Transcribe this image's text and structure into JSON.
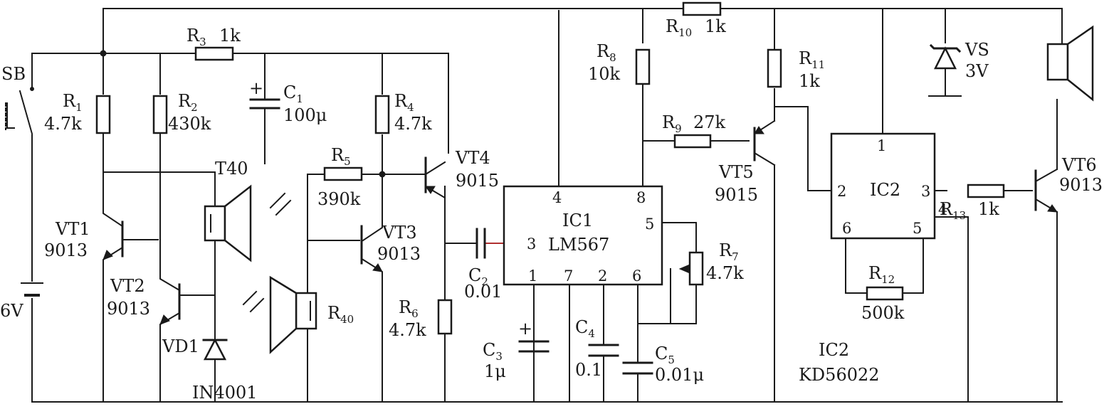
{
  "switch": {
    "name": "SB"
  },
  "battery": {
    "value": "6V"
  },
  "resistors": {
    "r1": {
      "name": "R",
      "sub": "1",
      "value": "4.7k"
    },
    "r2": {
      "name": "R",
      "sub": "2",
      "value": "430k"
    },
    "r3": {
      "name": "R",
      "sub": "3",
      "value": "1k"
    },
    "r4": {
      "name": "R",
      "sub": "4",
      "value": "4.7k"
    },
    "r5": {
      "name": "R",
      "sub": "5",
      "value": "390k"
    },
    "r6": {
      "name": "R",
      "sub": "6",
      "value": "4.7k"
    },
    "r7": {
      "name": "R",
      "sub": "7",
      "value": "4.7k"
    },
    "r8": {
      "name": "R",
      "sub": "8",
      "value": "10k"
    },
    "r9": {
      "name": "R",
      "sub": "9",
      "value": "27k"
    },
    "r10": {
      "name": "R",
      "sub": "10",
      "value": "1k"
    },
    "r11": {
      "name": "R",
      "sub": "11",
      "value": "1k"
    },
    "r12": {
      "name": "R",
      "sub": "12",
      "value": "500k"
    },
    "r13": {
      "name": "R",
      "sub": "13",
      "value": "1k"
    }
  },
  "capacitors": {
    "c1": {
      "name": "C",
      "sub": "1",
      "value": "100μ"
    },
    "c2": {
      "name": "C",
      "sub": "2",
      "value": "0.01"
    },
    "c3": {
      "name": "C",
      "sub": "3",
      "value": "1μ"
    },
    "c4": {
      "name": "C",
      "sub": "4",
      "value": "0.1"
    },
    "c5": {
      "name": "C",
      "sub": "5",
      "value": "0.01μ"
    }
  },
  "transistors": {
    "vt1": {
      "name": "VT1",
      "part": "9013"
    },
    "vt2": {
      "name": "VT2",
      "part": "9013"
    },
    "vt3": {
      "name": "VT3",
      "part": "9013"
    },
    "vt4": {
      "name": "VT4",
      "part": "9015"
    },
    "vt5": {
      "name": "VT5",
      "part": "9015"
    },
    "vt6": {
      "name": "VT6",
      "part": "9013"
    }
  },
  "transducers": {
    "t40": {
      "name": "T40"
    },
    "r40": {
      "name": "R",
      "sub": "40"
    }
  },
  "diodes": {
    "vd1": {
      "name": "VD1",
      "part": "IN4001"
    },
    "vs": {
      "name": "VS",
      "value": "3V"
    }
  },
  "ic1": {
    "name": "IC1",
    "part": "LM567",
    "pins": {
      "p1": "1",
      "p2": "2",
      "p3": "3",
      "p4": "4",
      "p5": "5",
      "p6": "6",
      "p7": "7",
      "p8": "8"
    }
  },
  "ic2": {
    "name": "IC2",
    "caption_name": "IC2",
    "caption_part": "KD56022",
    "pins": {
      "p1": "1",
      "p2": "2",
      "p3": "3",
      "p4": "4",
      "p5": "5",
      "p6": "6"
    }
  },
  "colors": {
    "ink": "#1a1a1a",
    "accent": "#b03030",
    "background": "#ffffff"
  }
}
